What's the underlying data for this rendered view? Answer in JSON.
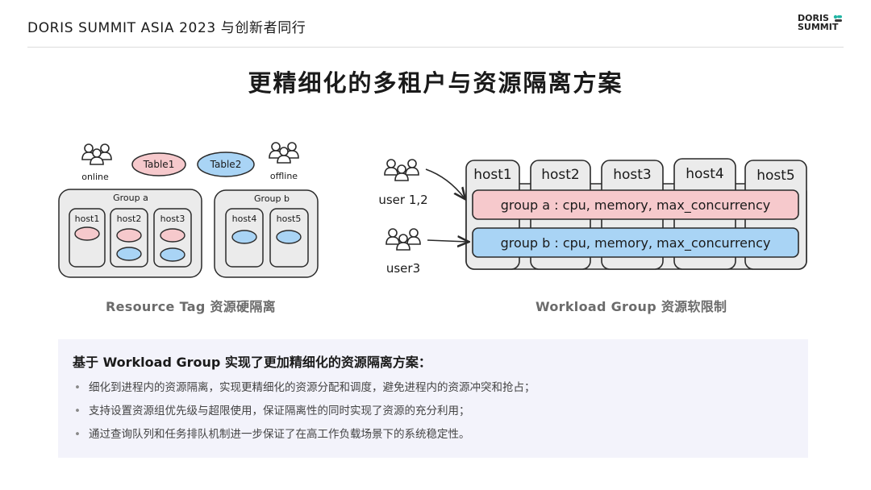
{
  "header": {
    "title": "DORIS SUMMIT ASIA 2023  与创新者同行",
    "logo_line1": "DORIS",
    "logo_line2": "SUMMIT"
  },
  "page_title": "更精细化的多租户与资源隔离方案",
  "left_diagram": {
    "caption": "Resource Tag 资源硬隔离",
    "user_online": "online",
    "user_offline": "offline",
    "table1": "Table1",
    "table2": "Table2",
    "group_a": "Group a",
    "group_b": "Group b",
    "hosts": [
      "host1",
      "host2",
      "host3",
      "host4",
      "host5"
    ]
  },
  "right_diagram": {
    "caption": "Workload Group 资源软限制",
    "hosts": [
      "host1",
      "host2",
      "host3",
      "host4",
      "host5"
    ],
    "user_a": "user 1,2",
    "user_b": "user3",
    "group_a_bar": "group a : cpu, memory, max_concurrency",
    "group_b_bar": "group b : cpu, memory, max_concurrency"
  },
  "info": {
    "heading": "基于 Workload Group 实现了更加精细化的资源隔离方案：",
    "bullet_glyph": "•",
    "items": [
      "细化到进程内的资源隔离，实现更精细化的资源分配和调度，避免进程内的资源冲突和抢占；",
      "支持设置资源组优先级与超限使用，保证隔离性的同时实现了资源的充分利用；",
      "通过查询队列和任务排队机制进一步保证了在高工作负载场景下的系统稳定性。"
    ]
  },
  "colors": {
    "pink": "#f6c9cc",
    "blue": "#a9d4f5",
    "stroke": "#2a2a2a",
    "group_fill": "#ebebeb",
    "info_bg": "#f3f3fb",
    "logo_teal": "#21b5a4"
  }
}
